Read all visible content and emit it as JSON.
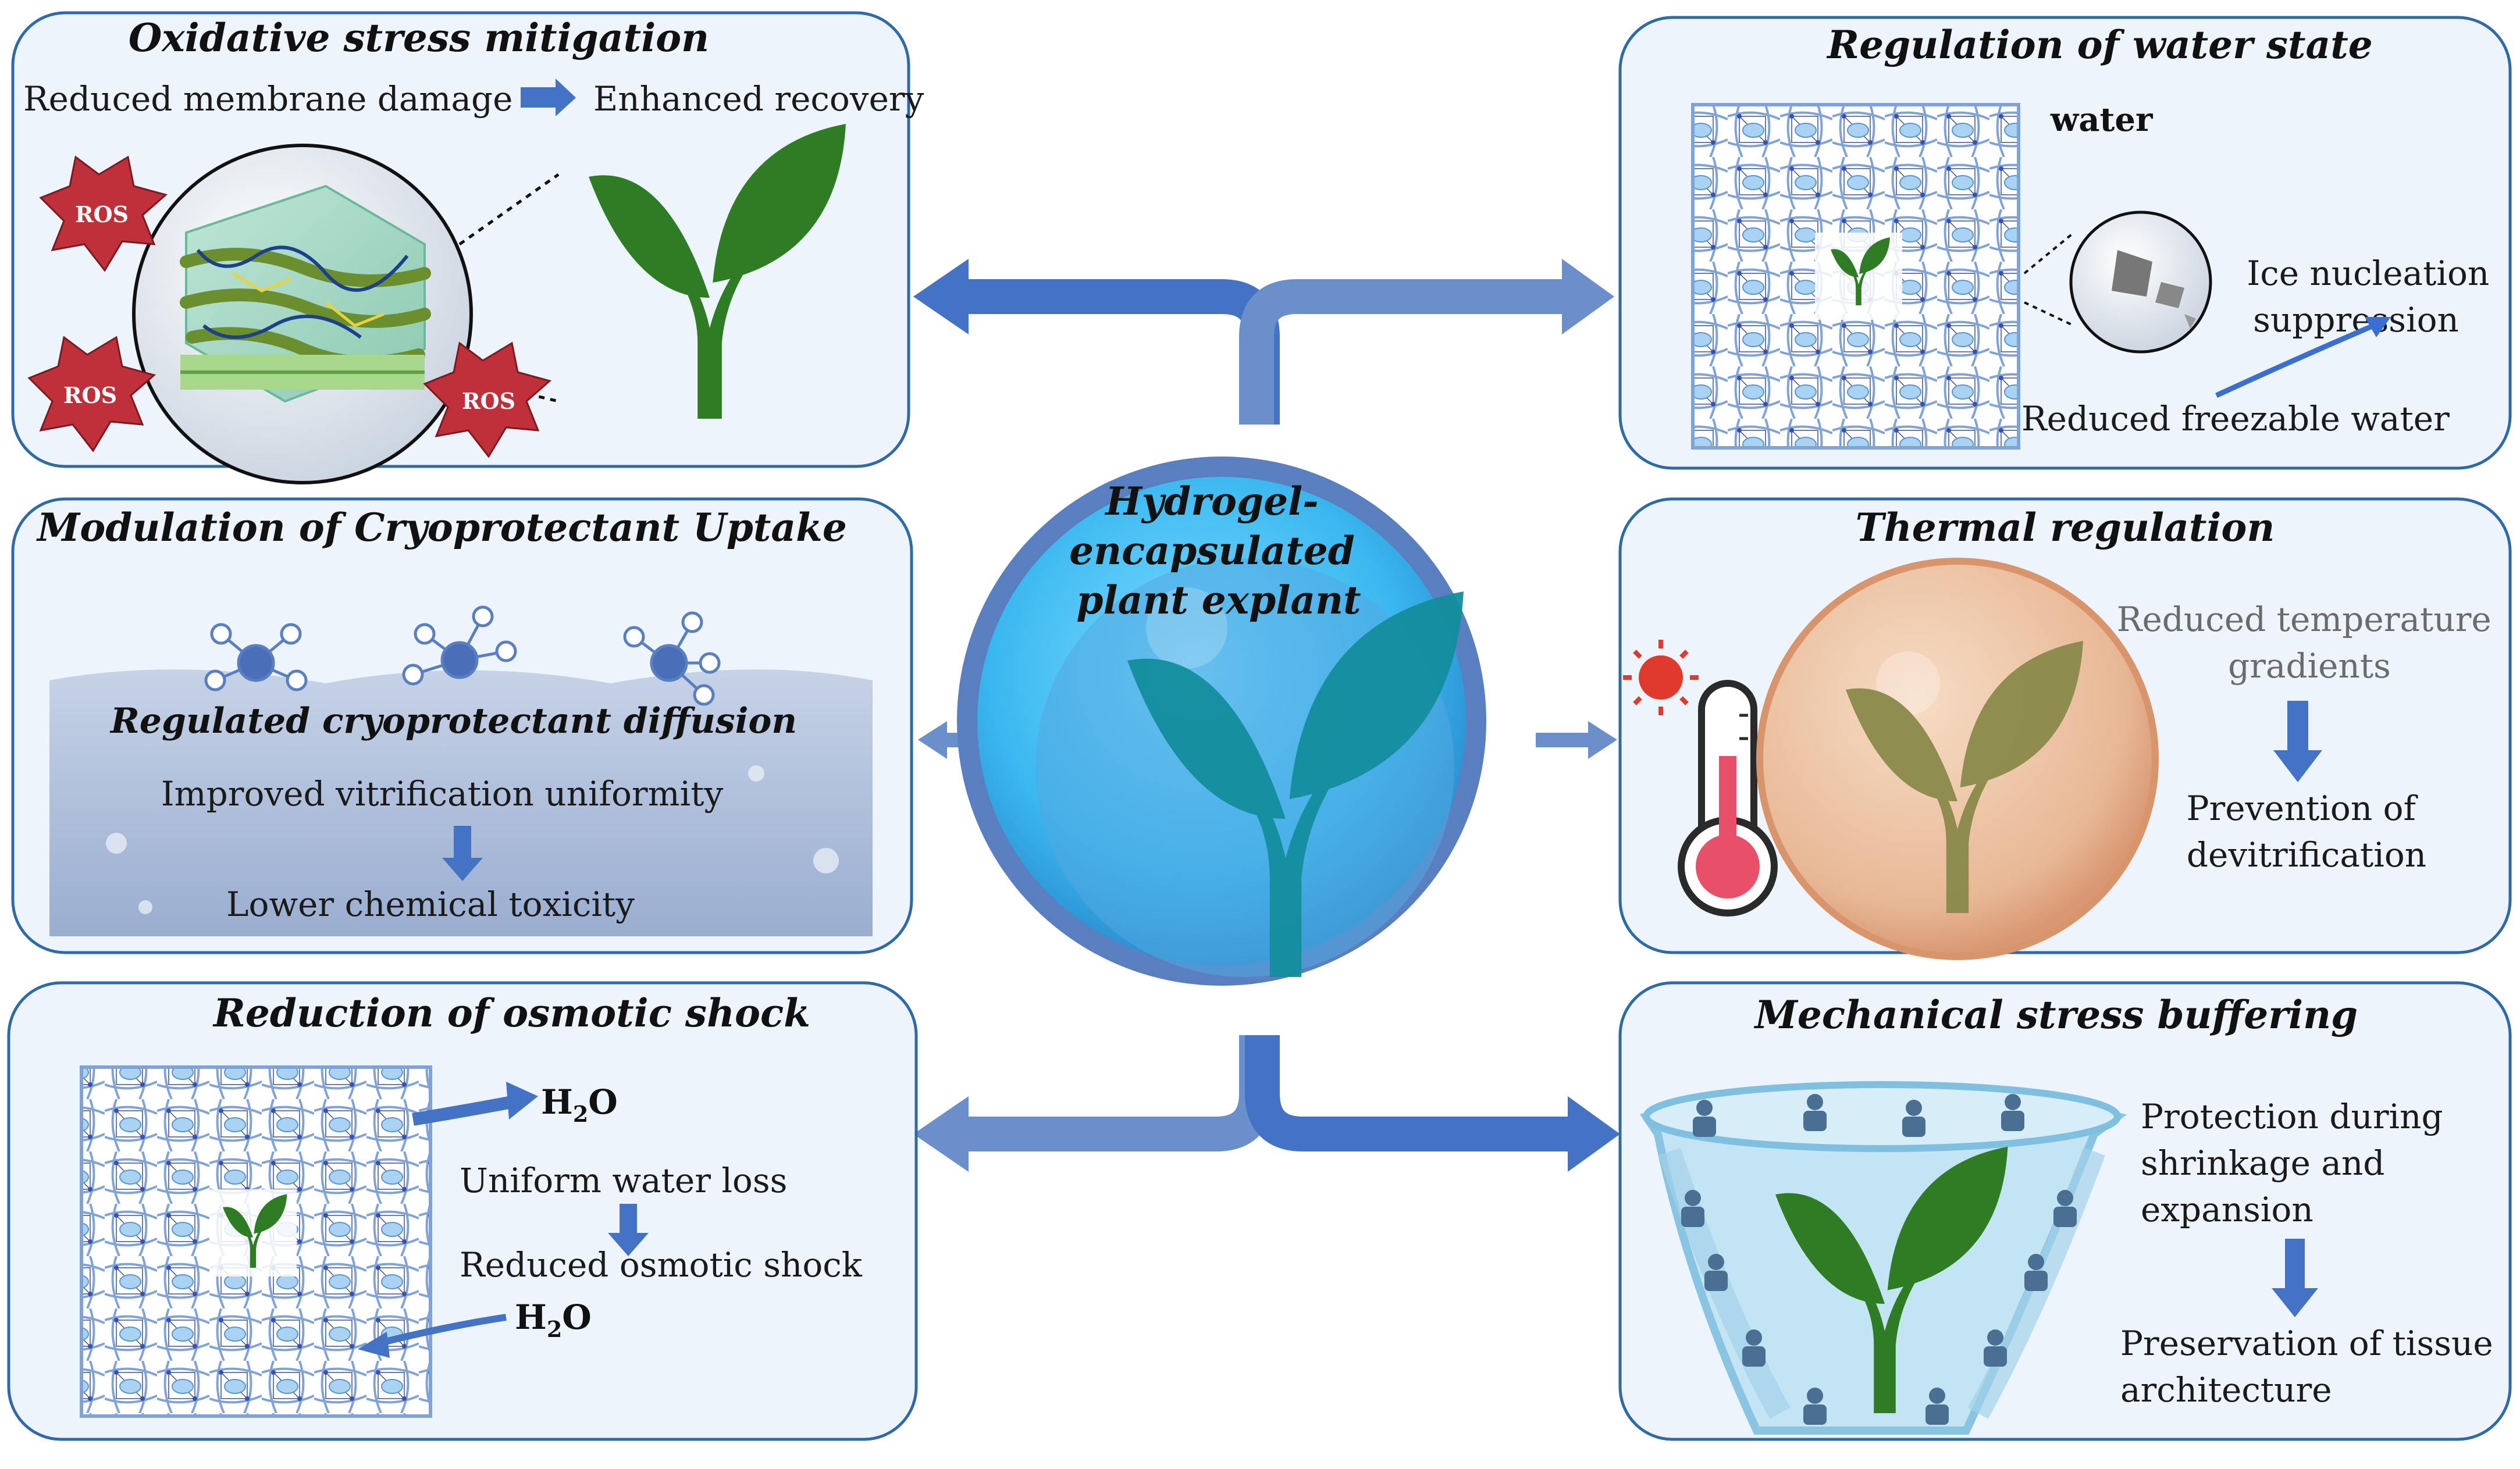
{
  "center": {
    "lines": [
      "Hydrogel-",
      "encapsulated",
      "plant explant"
    ]
  },
  "panels": {
    "oxidative": {
      "title": "Oxidative stress mitigation",
      "left_text": "Reduced membrane damage",
      "right_text": "Enhanced recovery",
      "ros_label": "ROS"
    },
    "water": {
      "title": "Regulation of water state",
      "water_label": "water",
      "ice_line1": "Ice nucleation",
      "ice_line2": "suppression",
      "freezable": "Reduced freezable water"
    },
    "cryo": {
      "title": "Modulation of Cryoprotectant Uptake",
      "diffusion": "Regulated cryoprotectant diffusion",
      "uniformity": "Improved vitrification uniformity",
      "toxicity": "Lower chemical toxicity"
    },
    "thermal": {
      "title": "Thermal regulation",
      "gradients_line1": "Reduced temperature",
      "gradients_line2": "gradients",
      "prevention_line1": "Prevention of",
      "prevention_line2": "devitrification"
    },
    "osmotic": {
      "title": "Reduction of osmotic shock",
      "h2o": "H",
      "h2o_sub": "2",
      "h2o_end": "O",
      "water_loss": "Uniform water loss",
      "shock": "Reduced osmotic shock"
    },
    "mechanical": {
      "title": "Mechanical stress buffering",
      "protection_line1": "Protection during",
      "protection_line2": "shrinkage and",
      "protection_line3": "expansion",
      "preservation_line1": "Preservation of tissue",
      "preservation_line2": "architecture"
    }
  },
  "colors": {
    "panel_fill": "#eef4fb",
    "panel_stroke": "#2f6aa8",
    "arrow_blue": "#4472c4",
    "plant_green": "#2e7d24",
    "ros_red": "#c0303a",
    "sphere_blue": "#4cc3f5"
  }
}
